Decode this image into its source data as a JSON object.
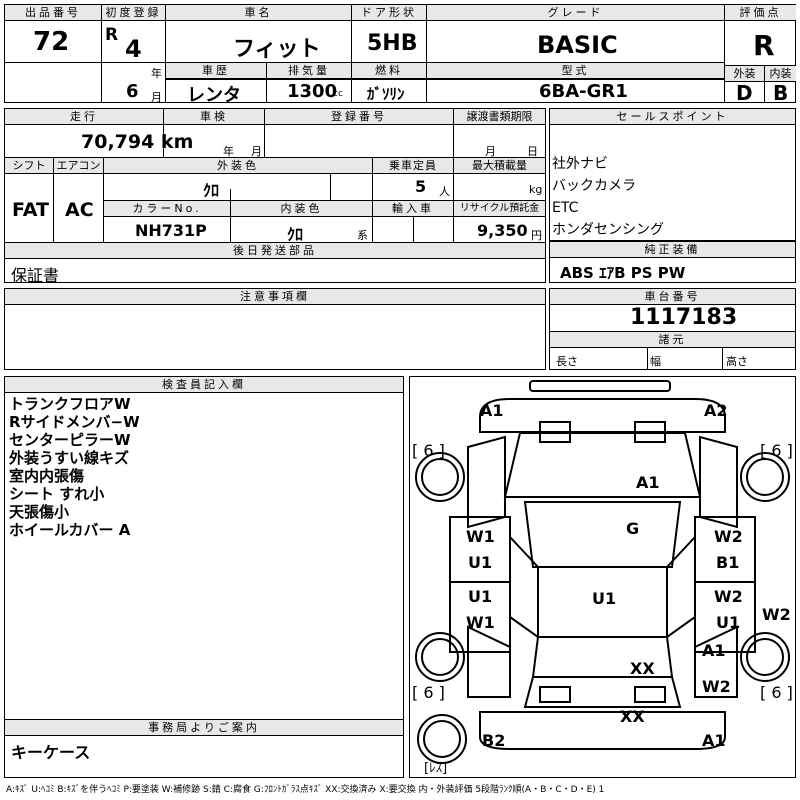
{
  "header": {
    "lot_no_label": "出品番号",
    "lot_no": "72",
    "first_reg_label": "初度登録",
    "era": "R",
    "year": "4",
    "year_unit": "年",
    "month": "6",
    "month_unit": "月",
    "car_name_label": "車名",
    "car_name": "フィット",
    "door_label": "ドア形状",
    "door": "5HB",
    "grade_label": "グレード",
    "grade": "BASIC",
    "score_label": "評価点",
    "score": "R",
    "history_label": "車歴",
    "history": "レンタ",
    "displacement_label": "排気量",
    "displacement": "1300",
    "displacement_unit": "cc",
    "fuel_label": "燃料",
    "fuel": "ｶﾞｿﾘﾝ",
    "model_label": "型式",
    "model": "6BA-GR1",
    "exterior_label": "外装",
    "exterior": "D",
    "interior_label": "内装",
    "interior": "B"
  },
  "details": {
    "mileage_label": "走行",
    "mileage": "70,794 km",
    "inspection_label": "車検",
    "inspection_year": "年",
    "inspection_month": "月",
    "reg_no_label": "登録番号",
    "transfer_label": "譲渡書類期限",
    "transfer_month": "月",
    "transfer_day": "日",
    "shift_label": "シフト",
    "shift": "FAT",
    "aircon_label": "エアコン",
    "aircon": "AC",
    "ext_color_label": "外装色",
    "ext_color": "ｸﾛ",
    "capacity_label": "乗車定員",
    "capacity": "5",
    "capacity_unit": "人",
    "max_load_label": "最大積載量",
    "max_load_unit": "kg",
    "color_no_label": "カラーNo.",
    "color_no": "NH731P",
    "int_color_label": "内装色",
    "int_color": "ｸﾛ",
    "int_color_suffix": "系",
    "import_label": "輸入車",
    "recycle_label": "リサイクル預託金",
    "recycle": "9,350",
    "recycle_unit": "円",
    "later_label": "後日発送部品",
    "later": "保証書"
  },
  "sales": {
    "label": "セールスポイント",
    "items": [
      "社外ナビ",
      "バックカメラ",
      "ETC",
      "ホンダセンシング"
    ]
  },
  "equipment": {
    "label": "純正装備",
    "value": "ABS ｴｱB PS PW"
  },
  "notes": {
    "label": "注意事項欄"
  },
  "chassis": {
    "label": "車台番号",
    "number": "1117183",
    "spec_label": "諸元",
    "length": "長さ",
    "width": "幅",
    "height": "高さ"
  },
  "inspector": {
    "label": "検査員記入欄",
    "items": [
      "トランクフロアW",
      "Rサイドメンバ−W",
      "センターピラーW",
      "外装うすい線キズ",
      "室内内張傷",
      "シート すれ小",
      "天張傷小",
      "ホイールカバー A"
    ]
  },
  "office": {
    "label": "事務局よりご案内",
    "value": "キーケース"
  },
  "diagram": {
    "tire_marks": [
      "[ 6 ]",
      "[ 6 ]",
      "[ 6 ]",
      "[ 6 ]"
    ],
    "spare": "[ﾚｽ]",
    "marks": {
      "a1_tl": "A1",
      "a2_tr": "A2",
      "a1_roof": "A1",
      "g_glass": "G",
      "w1_l1": "W1",
      "u1_l1": "U1",
      "w2_r1": "W2",
      "b1_r1": "B1",
      "u1_center": "U1",
      "u1_l2": "U1",
      "w1_l2": "W1",
      "w2_r2": "W2",
      "u1_r2": "U1",
      "w2_rside": "W2",
      "a1_r3": "A1",
      "xx_rear": "XX",
      "w2_r4": "W2",
      "xx_bumper": "XX",
      "b2_bl": "B2",
      "a1_br": "A1"
    }
  },
  "legend": "A:ｷｽﾞ U:ﾍｺﾐ B:ｷｽﾞを伴うﾍｺﾐ P:要塗装 W:補修跡 S:錆 C:腐食 G:ﾌﾛﾝﾄｶﾞﾗｽ点ｷｽﾞ XX:交換済み X:要交換 内・外装評価 5段階ﾗﾝｸ順(A・B・C・D・E) 1"
}
